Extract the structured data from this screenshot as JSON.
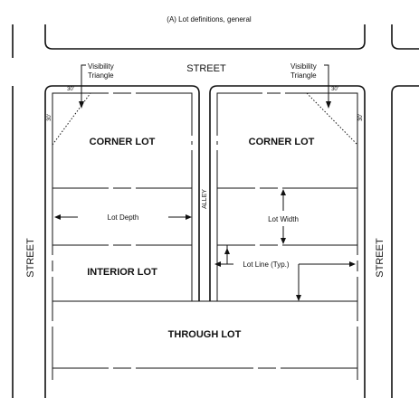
{
  "title": "(A) Lot definitions, general",
  "streets": {
    "top": "STREET",
    "left": "STREET",
    "right": "STREET"
  },
  "alley": "ALLEY",
  "lots": {
    "corner_left": "CORNER LOT",
    "corner_right": "CORNER LOT",
    "interior": "INTERIOR LOT",
    "through": "THROUGH LOT"
  },
  "callouts": {
    "visibility_left": [
      "Visibility",
      "Triangle"
    ],
    "visibility_right": [
      "Visibility",
      "Triangle"
    ],
    "lot_depth": "Lot Depth",
    "lot_width": "Lot Width",
    "lot_line": "Lot Line (Typ.)"
  },
  "dimensions": {
    "top_left_30": "30'",
    "side_left_30": "30'",
    "top_right_30": "30'",
    "side_right_30": "30'"
  }
}
